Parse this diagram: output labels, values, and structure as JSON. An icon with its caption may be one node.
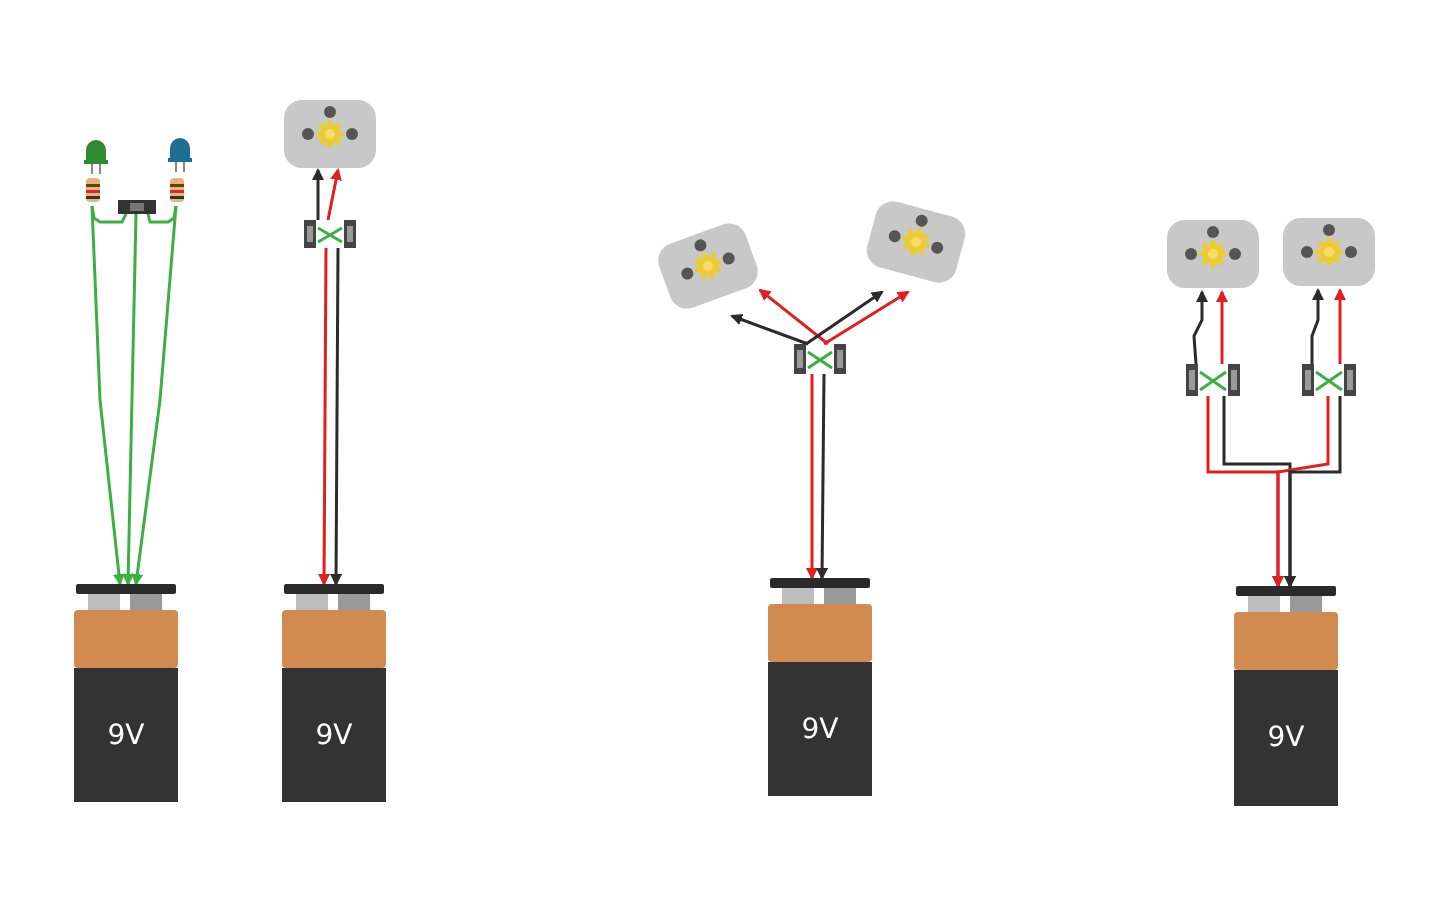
{
  "diagram": {
    "nodes": [
      {
        "text": [],
        "shape": "picture"
      },
      {
        "text": [],
        "shape": "picture"
      },
      {
        "text": [],
        "shape": "picture"
      },
      {
        "text": [],
        "shape": "picture"
      },
      {
        "text": [],
        "shape": "picture"
      },
      {
        "text": [
          "9V"
        ]
      },
      {
        "text": [],
        "shape": "picture"
      },
      {
        "text": [],
        "shape": "picture"
      },
      {
        "text": [
          "9V"
        ]
      },
      {
        "text": [],
        "shape": "picture"
      },
      {
        "text": [],
        "shape": "picture"
      },
      {
        "text": [],
        "shape": "picture"
      },
      {
        "text": [
          "9V"
        ]
      },
      {
        "text": [],
        "shape": "picture"
      },
      {
        "text": [],
        "shape": "picture"
      },
      {
        "text": [],
        "shape": "picture"
      },
      {
        "text": [],
        "shape": "picture"
      },
      {
        "text": [
          "9V"
        ]
      }
    ],
    "edges": [
      {
        "from": 2,
        "to": 4,
        "arrow": "none",
        "color": "#3cb043"
      },
      {
        "from": 3,
        "to": 4,
        "arrow": "none",
        "color": "#3cb043"
      },
      {
        "from": 2,
        "to": 5,
        "arrow": "to",
        "color": "#3cb043"
      },
      {
        "from": 4,
        "to": 5,
        "arrow": "to",
        "color": "#3cb043"
      },
      {
        "from": 3,
        "to": 5,
        "arrow": "to",
        "color": "#3cb043"
      },
      {
        "from": 7,
        "to": 6,
        "arrow": "to"
      },
      {
        "from": 7,
        "to": 6,
        "arrow": "to",
        "color": "#e02020"
      },
      {
        "from": 7,
        "to": 8,
        "arrow": "to",
        "color": "#e02020"
      },
      {
        "from": 7,
        "to": 8,
        "arrow": "to"
      },
      {
        "from": 11,
        "to": 9,
        "arrow": "to"
      },
      {
        "from": 11,
        "to": 9,
        "arrow": "to",
        "color": "#e02020"
      },
      {
        "from": 11,
        "to": 10,
        "arrow": "to"
      },
      {
        "from": 11,
        "to": 10,
        "arrow": "to",
        "color": "#e02020"
      },
      {
        "from": 11,
        "to": 12,
        "arrow": "to",
        "color": "#e02020"
      },
      {
        "from": 11,
        "to": 12,
        "arrow": "to"
      },
      {
        "from": 15,
        "to": 13,
        "arrow": "to"
      },
      {
        "from": 15,
        "to": 13,
        "arrow": "to",
        "color": "#e02020"
      },
      {
        "from": 16,
        "to": 14,
        "arrow": "to"
      },
      {
        "from": 16,
        "to": 14,
        "arrow": "to",
        "color": "#e02020"
      },
      {
        "from": 15,
        "to": 17,
        "arrow": "to",
        "color": "#e02020"
      },
      {
        "from": 15,
        "to": 17,
        "arrow": "to"
      },
      {
        "from": 16,
        "to": 17,
        "arrow": "to",
        "color": "#e02020"
      },
      {
        "from": 16,
        "to": 17,
        "arrow": "to"
      }
    ]
  }
}
